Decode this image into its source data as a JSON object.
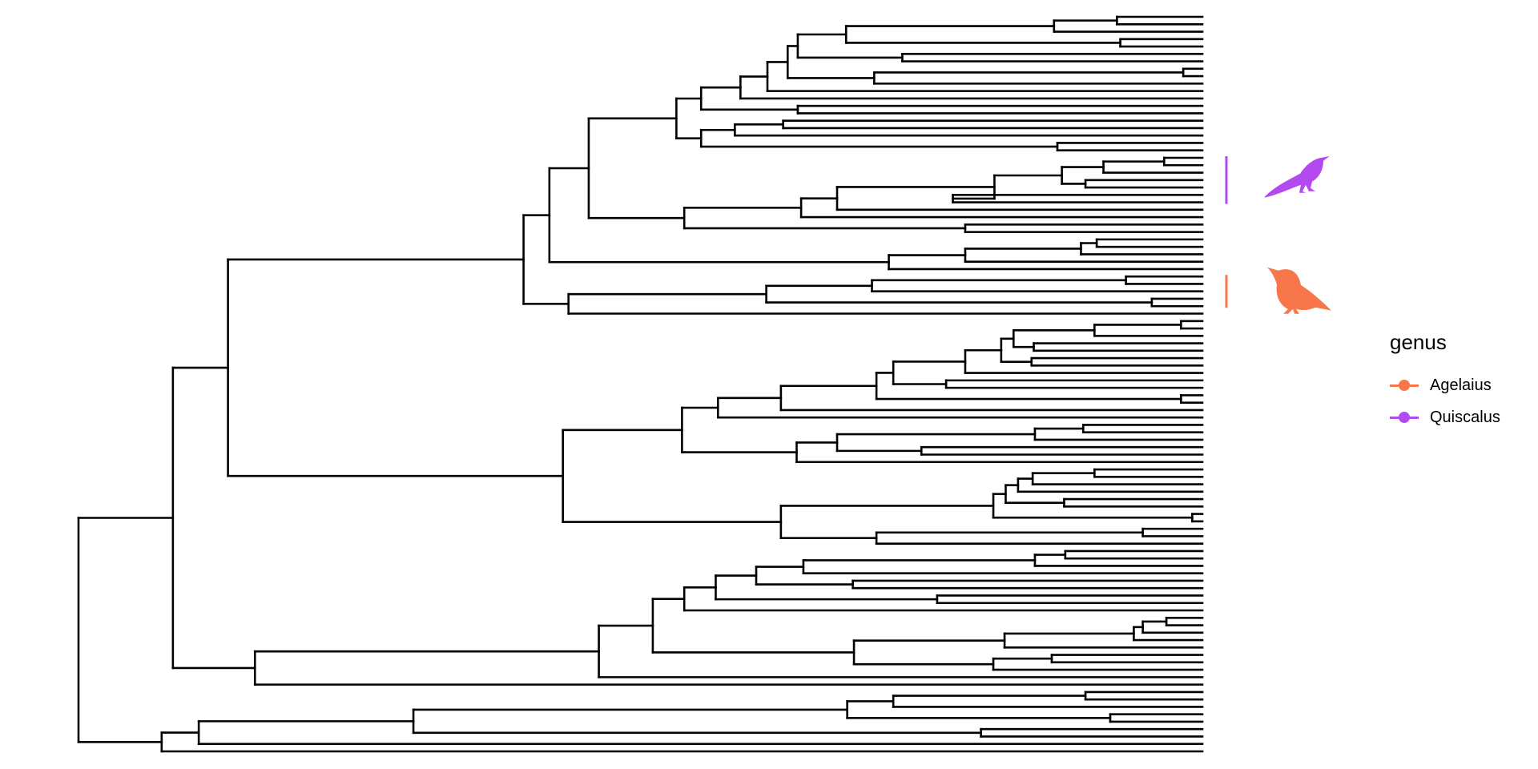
{
  "colors": {
    "Agelaius": "#F7774A",
    "Quiscalus": "#B34AF0",
    "branch": "#000000"
  },
  "tree": [
    0,
    [
      0.084,
      [
        0.133,
        [
          0.396,
          [
            0.419,
            [
              0.454,
              [
                0.532,
                [
                  0.554,
                  [
                    0.589,
                    [
                      0.613,
                      [
                        0.631,
                        [
                          0.64,
                          [
                            0.683,
                            [
                              0.868,
                              [
                                0.924,
                                0,
                                0
                              ],
                              0
                            ],
                            [
                              0.927,
                              0,
                              0
                            ]
                          ],
                          [
                            0.733,
                            0,
                            0
                          ]
                        ],
                        [
                          0.708,
                          [
                            0.983,
                            0,
                            0
                          ],
                          0
                        ]
                      ],
                      0
                    ],
                    0
                  ],
                  [
                    0.64,
                    0,
                    0
                  ]
                ],
                [
                  0.554,
                  [
                    0.584,
                    [
                      0.627,
                      0,
                      0
                    ],
                    0
                  ],
                  [
                    0.871,
                    0,
                    0
                  ]
                ]
              ],
              [
                0.539,
                [
                  0.643,
                  [
                    0.675,
                    [
                      0.815,
                      "Quiscalus",
                      [
                        0.875,
                        [
                          0.912,
                          [
                            0.966,
                            0,
                            0
                          ],
                          0
                        ],
                        [
                          0.896,
                          0,
                          0
                        ]
                      ],
                      [
                        0.778,
                        0,
                        0
                      ]
                    ],
                    0
                  ],
                  0
                ],
                [
                  0.789,
                  0,
                  0
                ]
              ]
            ],
            [
              0.721,
              [
                0.789,
                [
                  0.892,
                  [
                    0.906,
                    0,
                    0
                  ],
                  0
                ],
                0
              ],
              0
            ]
          ],
          [
            0.436,
            [
              0.612,
              "Agelaius",
              [
                0.706,
                [
                  0.932,
                  0,
                  0
                ],
                0
              ],
              [
                0.955,
                0,
                0
              ]
            ],
            0
          ]
        ],
        [
          0.431,
          [
            0.537,
            [
              0.569,
              [
                0.625,
                [
                  0.71,
                  [
                    0.725,
                    [
                      0.789,
                      [
                        0.821,
                        [
                          0.832,
                          [
                            0.904,
                            [
                              0.981,
                              0,
                              0
                            ],
                            0
                          ],
                          [
                            0.85,
                            0,
                            0
                          ]
                        ],
                        [
                          0.848,
                          0,
                          0
                        ]
                      ],
                      0
                    ],
                    [
                      0.772,
                      0,
                      0
                    ]
                  ],
                  [
                    0.981,
                    0,
                    0
                  ]
                ],
                0
              ],
              0
            ],
            [
              0.639,
              [
                0.675,
                [
                  0.851,
                  [
                    0.894,
                    0,
                    0
                  ],
                  0
                ],
                [
                  0.75,
                  0,
                  0
                ]
              ],
              0
            ]
          ],
          [
            0.625,
            [
              0.814,
              [
                0.825,
                [
                  0.836,
                  [
                    0.849,
                    [
                      0.904,
                      0,
                      0
                    ],
                    0
                  ],
                  0
                ],
                [
                  0.877,
                  0,
                  0
                ]
              ],
              [
                0.991,
                0,
                0
              ]
            ],
            [
              0.71,
              [
                0.947,
                0,
                0
              ],
              0
            ]
          ]
        ]
      ],
      [
        0.157,
        [
          0.463,
          [
            0.511,
            [
              0.539,
              [
                0.567,
                [
                  0.603,
                  [
                    0.645,
                    [
                      0.851,
                      [
                        0.878,
                        0,
                        0
                      ],
                      0
                    ],
                    0
                  ],
                  [
                    0.689,
                    0,
                    0
                  ]
                ],
                [
                  0.764,
                  0,
                  0
                ]
              ],
              0
            ],
            [
              0.69,
              [
                0.824,
                [
                  0.939,
                  [
                    0.947,
                    [
                      0.968,
                      0,
                      0
                    ],
                    0
                  ],
                  0
                ],
                0
              ],
              [
                0.814,
                [
                  0.866,
                  0,
                  0
                ],
                0
              ]
            ]
          ],
          0
        ],
        0
      ]
    ],
    [
      0.074,
      [
        0.107,
        [
          0.298,
          [
            0.684,
            [
              0.725,
              [
                0.896,
                0,
                0
              ],
              0
            ],
            [
              0.918,
              0,
              0
            ]
          ],
          [
            0.803,
            0,
            0
          ]
        ],
        0
      ],
      0
    ]
  ],
  "legend": {
    "title": "genus",
    "items": [
      {
        "label": "Agelaius",
        "color": "#F7774A"
      },
      {
        "label": "Quiscalus",
        "color": "#B34AF0"
      }
    ]
  },
  "silhouettes": [
    {
      "genus": "Quiscalus",
      "icon": "grackle-silhouette"
    },
    {
      "genus": "Agelaius",
      "icon": "blackbird-silhouette"
    }
  ]
}
